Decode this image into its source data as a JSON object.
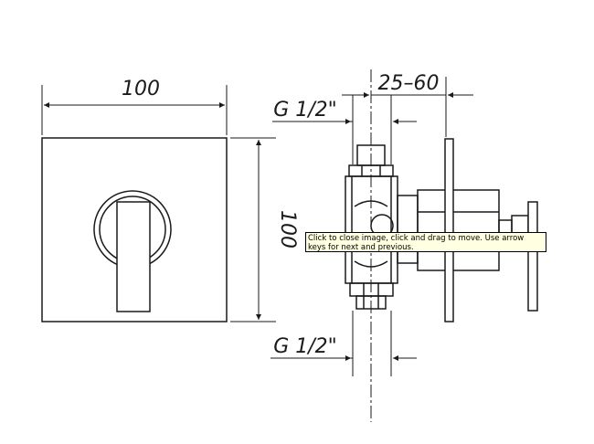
{
  "dimensions": {
    "front_width": "100",
    "front_height": "100",
    "offset_range": "25–60",
    "thread_top": "G 1/2\"",
    "thread_bottom": "G 1/2\""
  },
  "tooltip": {
    "text": "Click to close image, click and drag to move. Use arrow keys for next and previous."
  },
  "colors": {
    "line": "#1a1a1a",
    "tooltip_bg": "#ffffe1"
  }
}
